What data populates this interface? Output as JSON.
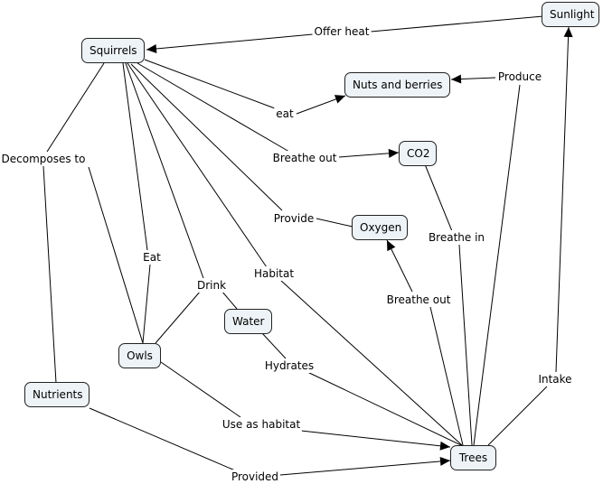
{
  "nodes": {
    "sunlight": "Sunlight",
    "squirrels": "Squirrels",
    "nuts": "Nuts and berries",
    "co2": "CO2",
    "oxygen": "Oxygen",
    "water": "Water",
    "owls": "Owls",
    "nutrients": "Nutrients",
    "trees": "Trees"
  },
  "links": {
    "offer_heat": "Offer heat",
    "produce": "Produce",
    "eat_lower": "eat",
    "decomposes": "Decomposes to",
    "breathe_out_sq": "Breathe out",
    "provide": "Provide",
    "breathe_in": "Breathe in",
    "eat_owls": "Eat",
    "drink": "Drink",
    "habitat": "Habitat",
    "breathe_out_trees": "Breathe out",
    "hydrates": "Hydrates",
    "intake": "Intake",
    "use_habitat": "Use as habitat",
    "provided": "Provided"
  }
}
